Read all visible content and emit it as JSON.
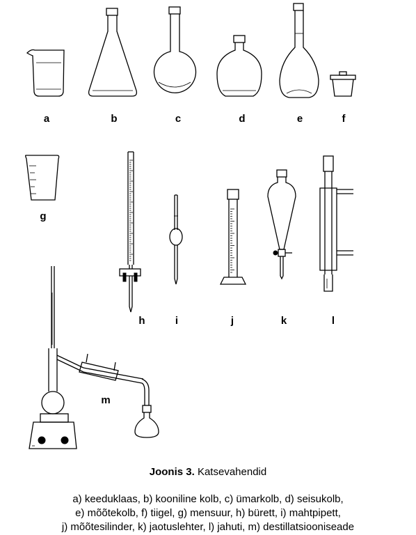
{
  "labels": {
    "a": "a",
    "b": "b",
    "c": "c",
    "d": "d",
    "e": "e",
    "f": "f",
    "g": "g",
    "h": "h",
    "i": "i",
    "j": "j",
    "k": "k",
    "l": "l",
    "m": "m"
  },
  "caption": {
    "bold": "Joonis 3.",
    "text": " Katsevahendid"
  },
  "legend": [
    "a) keeduklaas, b) kooniline kolb, c) ümarkolb, d) seisukolb,",
    "e) mõõtekolb, f) tiigel, g) mensuur, h) bürett, i) mahtpipett,",
    "j) mõõtesilinder, k) jaotuslehter, l) jahuti, m) destillatsiooniseade"
  ]
}
